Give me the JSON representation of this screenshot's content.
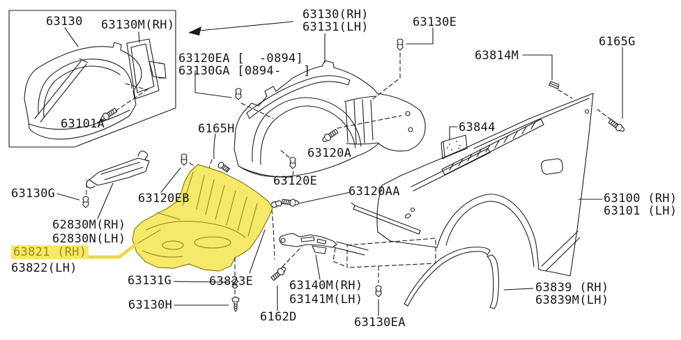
{
  "colors": {
    "background": "#ffffff",
    "line": "#1c1c1c",
    "highlight_fill": "#f5e96a",
    "highlight_line": "#8e7d14",
    "highlight_text": "#9c8a10"
  },
  "parts": {
    "inset_liner": "63130",
    "inset_panel": "63130M(RH)",
    "inset_screw": "63101A",
    "liner_rh": "63130(RH)",
    "liner_lh": "63131(LH)",
    "clip_ga_line1": "63120EA [  -0894]",
    "clip_ga_line2": "63130GA [0894-   ]",
    "clip_e": "63130E",
    "clip_63814m": "63814M",
    "bolt_6165g": "6165G",
    "molding_63844": "63844",
    "bolt_6165h": "6165H",
    "bolt_63120a": "63120A",
    "clip_63120e": "63120E",
    "bolt_63120aa": "63120AA",
    "clip_63130g": "63130G",
    "clip_63120eb": "63120EB",
    "bracket_rh": "62830M(RH)",
    "bracket_lh": "62830N(LH)",
    "cover_rh": "63821 (RH)",
    "cover_lh": "63822(LH)",
    "grommet_63131g": "63131G",
    "clip_63823e": "63823E",
    "screw_63130h": "63130H",
    "bolt_6162d": "6162D",
    "stay_rh": "63140M(RH)",
    "stay_lh": "63141M(LH)",
    "clip_63130ea": "63130EA",
    "fender_rh": "63100 (RH)",
    "fender_lh": "63101 (LH)",
    "protector_rh": "63839 (RH)",
    "protector_lh": "63839M(LH)"
  }
}
